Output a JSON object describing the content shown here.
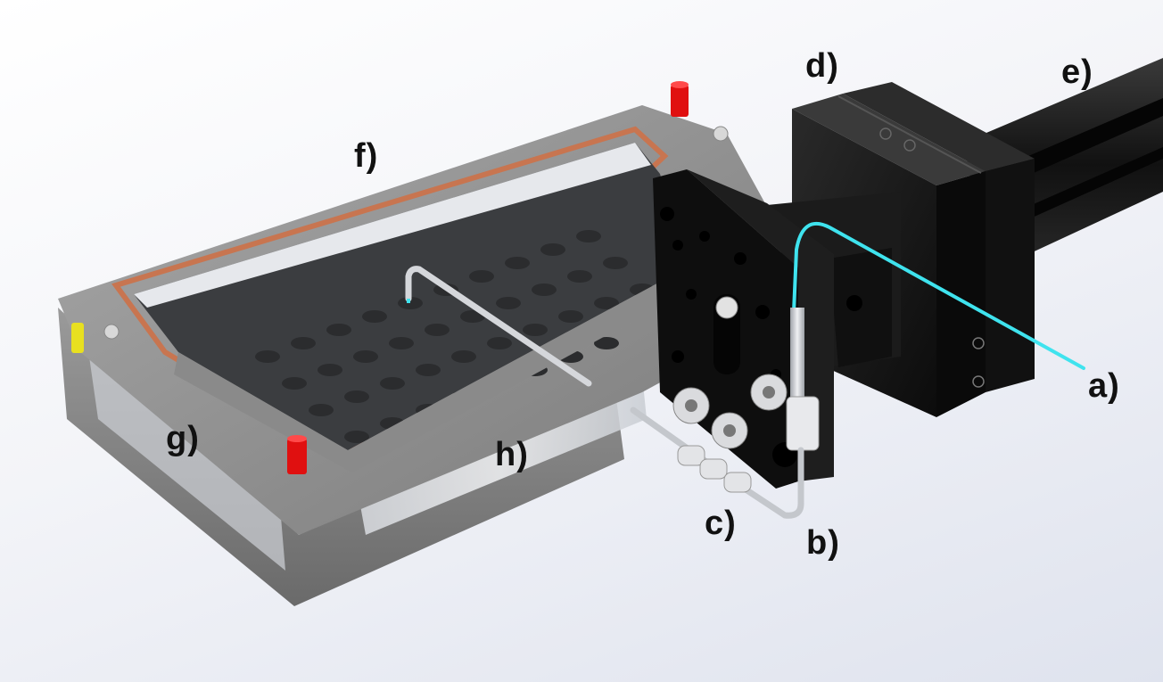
{
  "figure": {
    "labels": {
      "a": "a)",
      "b": "b)",
      "c": "c)",
      "d": "d)",
      "e": "e)",
      "f": "f)",
      "g": "g)",
      "h": "h)"
    },
    "colors": {
      "background_light": "#ffffff",
      "background_dark": "#dfe3ee",
      "tray_gray": "#8c8c8c",
      "gasket_copper": "#c87550",
      "mount_black": "#161616",
      "tube_cyan": "#3fe3ee",
      "pin_red": "#e01010",
      "pin_yellow": "#e8e020",
      "steel_tube": "#c4c7cc"
    }
  }
}
